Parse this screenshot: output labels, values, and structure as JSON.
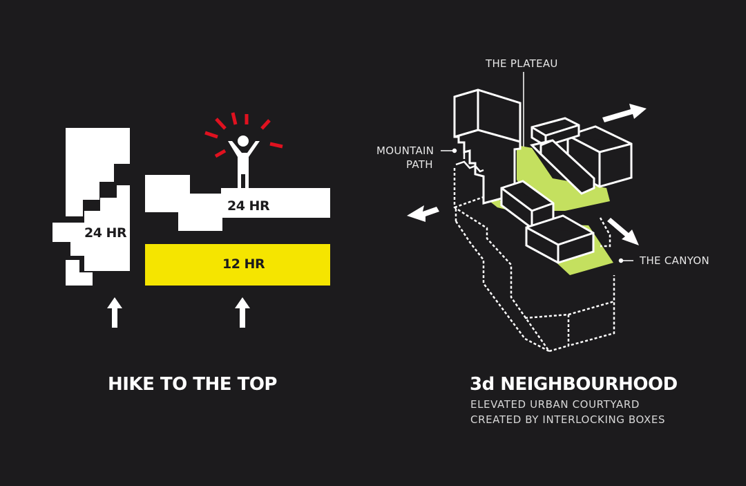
{
  "left_panel": {
    "stair_label": "24 HR",
    "top_block_label": "24 HR",
    "yellow_block_label": "12 HR",
    "title": "HIKE TO THE TOP"
  },
  "right_panel": {
    "label_plateau": "THE PLATEAU",
    "label_mountain_line1": "MOUNTAIN",
    "label_mountain_line2": "PATH",
    "label_canyon": "THE CANYON",
    "title": "3d NEIGHBOURHOOD",
    "subtitle_line1": "ELEVATED  URBAN COURTYARD",
    "subtitle_line2": "CREATED BY INTERLOCKING BOXES"
  },
  "colors": {
    "background": "#1c1b1d",
    "yellow": "#f5e500",
    "green": "#c4e05f",
    "red": "#e0111f",
    "white": "#ffffff"
  }
}
